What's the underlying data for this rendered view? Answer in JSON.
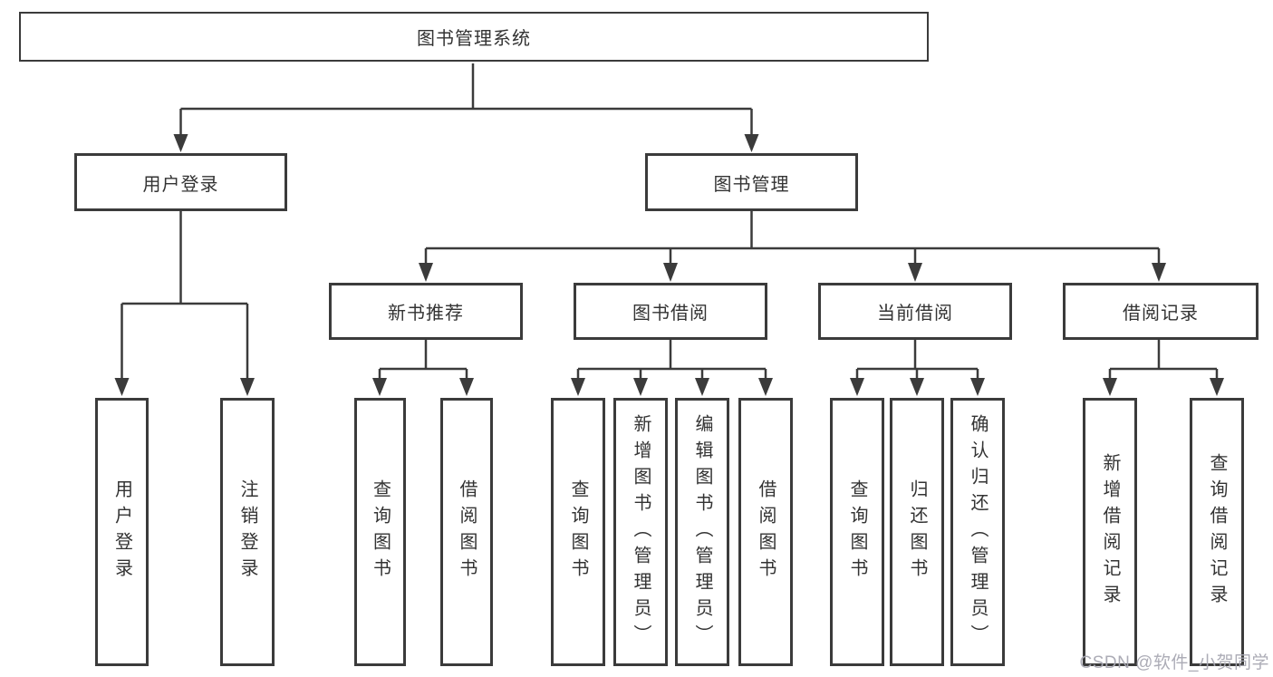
{
  "tree": {
    "label": "图书管理系统",
    "children": [
      {
        "label": "用户登录",
        "children": [
          {
            "label": "用户登录"
          },
          {
            "label": "注销登录"
          }
        ]
      },
      {
        "label": "图书管理",
        "children": [
          {
            "label": "新书推荐",
            "children": [
              {
                "label": "查询图书"
              },
              {
                "label": "借阅图书"
              }
            ]
          },
          {
            "label": "图书借阅",
            "children": [
              {
                "label": "查询图书"
              },
              {
                "label": "新增图书（管理员）"
              },
              {
                "label": "编辑图书（管理员）"
              },
              {
                "label": "借阅图书"
              }
            ]
          },
          {
            "label": "当前借阅",
            "children": [
              {
                "label": "查询图书"
              },
              {
                "label": "归还图书"
              },
              {
                "label": "确认归还（管理员）"
              }
            ]
          },
          {
            "label": "借阅记录",
            "children": [
              {
                "label": "新增借阅记录"
              },
              {
                "label": "查询借阅记录"
              }
            ]
          }
        ]
      }
    ]
  },
  "watermark": "CSDN @软件_小贺同学"
}
